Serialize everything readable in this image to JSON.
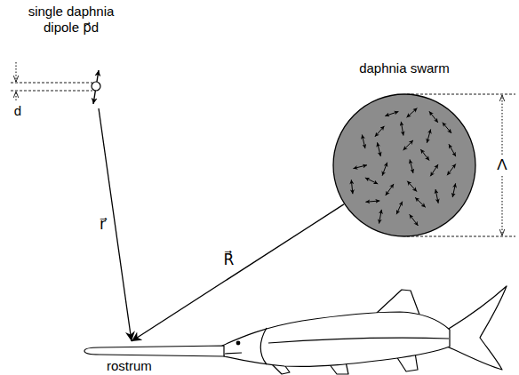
{
  "diagram": {
    "nodes": [
      {
        "text": [
          "single daphnia dipole p⃗d"
        ]
      },
      {
        "text": [
          "daphnia swarm"
        ]
      },
      {
        "text": [
          "rostrum"
        ]
      }
    ],
    "edges": [
      {
        "from": 0,
        "to": 2,
        "arrow": "to",
        "label": "r⃗"
      },
      {
        "from": 1,
        "to": 2,
        "arrow": "to",
        "label": "R⃗"
      }
    ],
    "labels": [
      "d",
      "Λ"
    ]
  }
}
